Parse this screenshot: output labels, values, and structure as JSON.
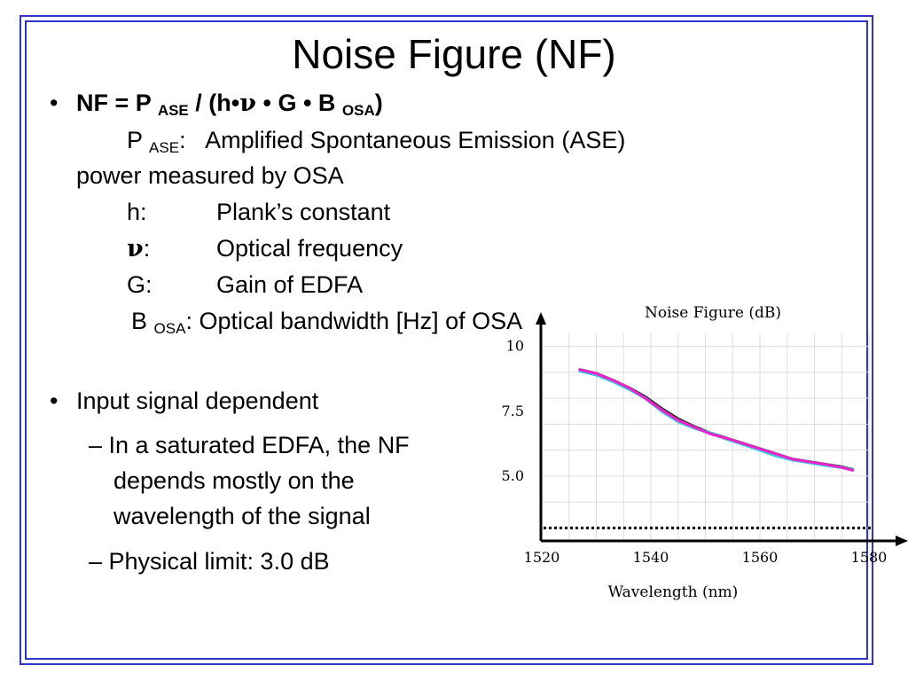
{
  "slide": {
    "title": "Noise Figure (NF)",
    "formula": {
      "prefix": "NF = P",
      "sub_ase": "ASE",
      "middle": " / (h•",
      "nu": "ν",
      "tail": " • G • B",
      "sub_osa": "OSA",
      "close": ")"
    },
    "defs": {
      "p_sym": "P",
      "p_sub": "ASE",
      "p_colon": ":",
      "p_text": "Amplified Spontaneous Emission (ASE)",
      "p_cont": "power measured by OSA",
      "h_sym": "h:",
      "h_text": "Plank’s constant",
      "nu_sym": "ν",
      "nu_colon": ":",
      "nu_text": "Optical frequency",
      "g_sym": "G:",
      "g_text": "Gain of EDFA",
      "b_sym": "B",
      "b_sub": "OSA",
      "b_text": ": Optical bandwidth [Hz] of OSA"
    },
    "bullet_char": "•",
    "bullet2": "Input signal dependent",
    "sub1_line1": "– In a saturated EDFA, the NF",
    "sub1_line2": "depends mostly on the",
    "sub1_line3": "wavelength of the signal",
    "sub2": "– Physical limit: 3.0 dB"
  },
  "chart_data": {
    "type": "line",
    "title": "Noise Figure (dB)",
    "xlabel": "Wavelength (nm)",
    "ylabel": "",
    "xlim": [
      1520,
      1580
    ],
    "ylim": [
      2.5,
      10.5
    ],
    "x_ticks": [
      1520,
      1540,
      1560,
      1580
    ],
    "x_tick_labels": [
      "1520",
      "1540",
      "1560",
      "1580"
    ],
    "y_ticks": [
      10,
      7.5,
      5.0
    ],
    "y_tick_labels": [
      "10",
      "7.5",
      "5.0"
    ],
    "grid": true,
    "series": [
      {
        "color": "#333333",
        "x": [
          1527,
          1530,
          1533,
          1536,
          1539,
          1542,
          1545,
          1548,
          1551,
          1554,
          1557,
          1560,
          1563,
          1566,
          1569,
          1572,
          1575,
          1577
        ],
        "y": [
          9.1,
          8.95,
          8.7,
          8.4,
          8.05,
          7.6,
          7.2,
          6.9,
          6.65,
          6.45,
          6.25,
          6.05,
          5.85,
          5.65,
          5.55,
          5.45,
          5.35,
          5.25
        ]
      },
      {
        "color": "#33ccdd",
        "x": [
          1527,
          1530,
          1533,
          1536,
          1539,
          1542,
          1545,
          1548,
          1551,
          1554,
          1557,
          1560,
          1563,
          1566,
          1569,
          1572,
          1575,
          1577
        ],
        "y": [
          9.05,
          8.9,
          8.65,
          8.35,
          8.0,
          7.5,
          7.1,
          6.85,
          6.65,
          6.42,
          6.22,
          6.0,
          5.78,
          5.62,
          5.52,
          5.42,
          5.33,
          5.23
        ]
      },
      {
        "color": "#ee22cc",
        "x": [
          1527,
          1530,
          1533,
          1536,
          1539,
          1542,
          1545,
          1548,
          1551,
          1554,
          1557,
          1560,
          1563,
          1566,
          1569,
          1572,
          1575,
          1577
        ],
        "y": [
          9.1,
          8.95,
          8.7,
          8.4,
          8.0,
          7.55,
          7.15,
          6.88,
          6.62,
          6.45,
          6.25,
          6.05,
          5.85,
          5.65,
          5.55,
          5.45,
          5.33,
          5.22
        ]
      }
    ],
    "reference_line": {
      "y": 3.0,
      "style": "dotted",
      "color": "#000000"
    }
  }
}
